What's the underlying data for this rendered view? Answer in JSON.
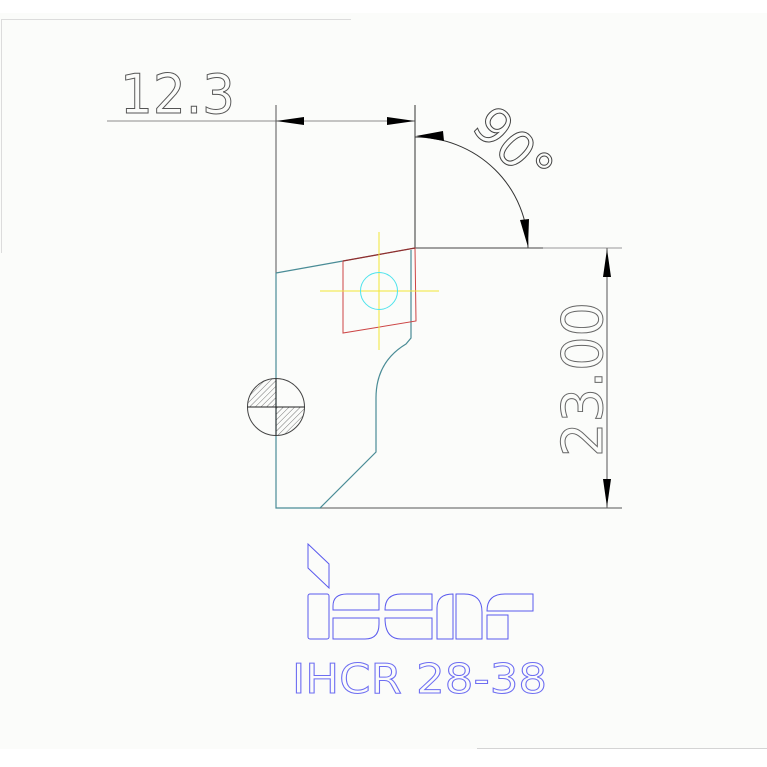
{
  "drawing": {
    "dimensions": {
      "width_label": "12.3",
      "angle_label": "90°",
      "height_label": "23.00"
    },
    "logo": {
      "brand_name": "iscar"
    },
    "part_number": "IHCR 28-38"
  },
  "colors": {
    "background": "#fbfcfa",
    "frame": "#dcdcdc",
    "dimension": "#555555",
    "body_outline": "#4a8c96",
    "insert_outline": "#cc4444",
    "insert_hole": "#4fe3ec",
    "centerline": "#f2e636",
    "logo": "#5a5aee",
    "part_number": "#6e6ef2"
  }
}
